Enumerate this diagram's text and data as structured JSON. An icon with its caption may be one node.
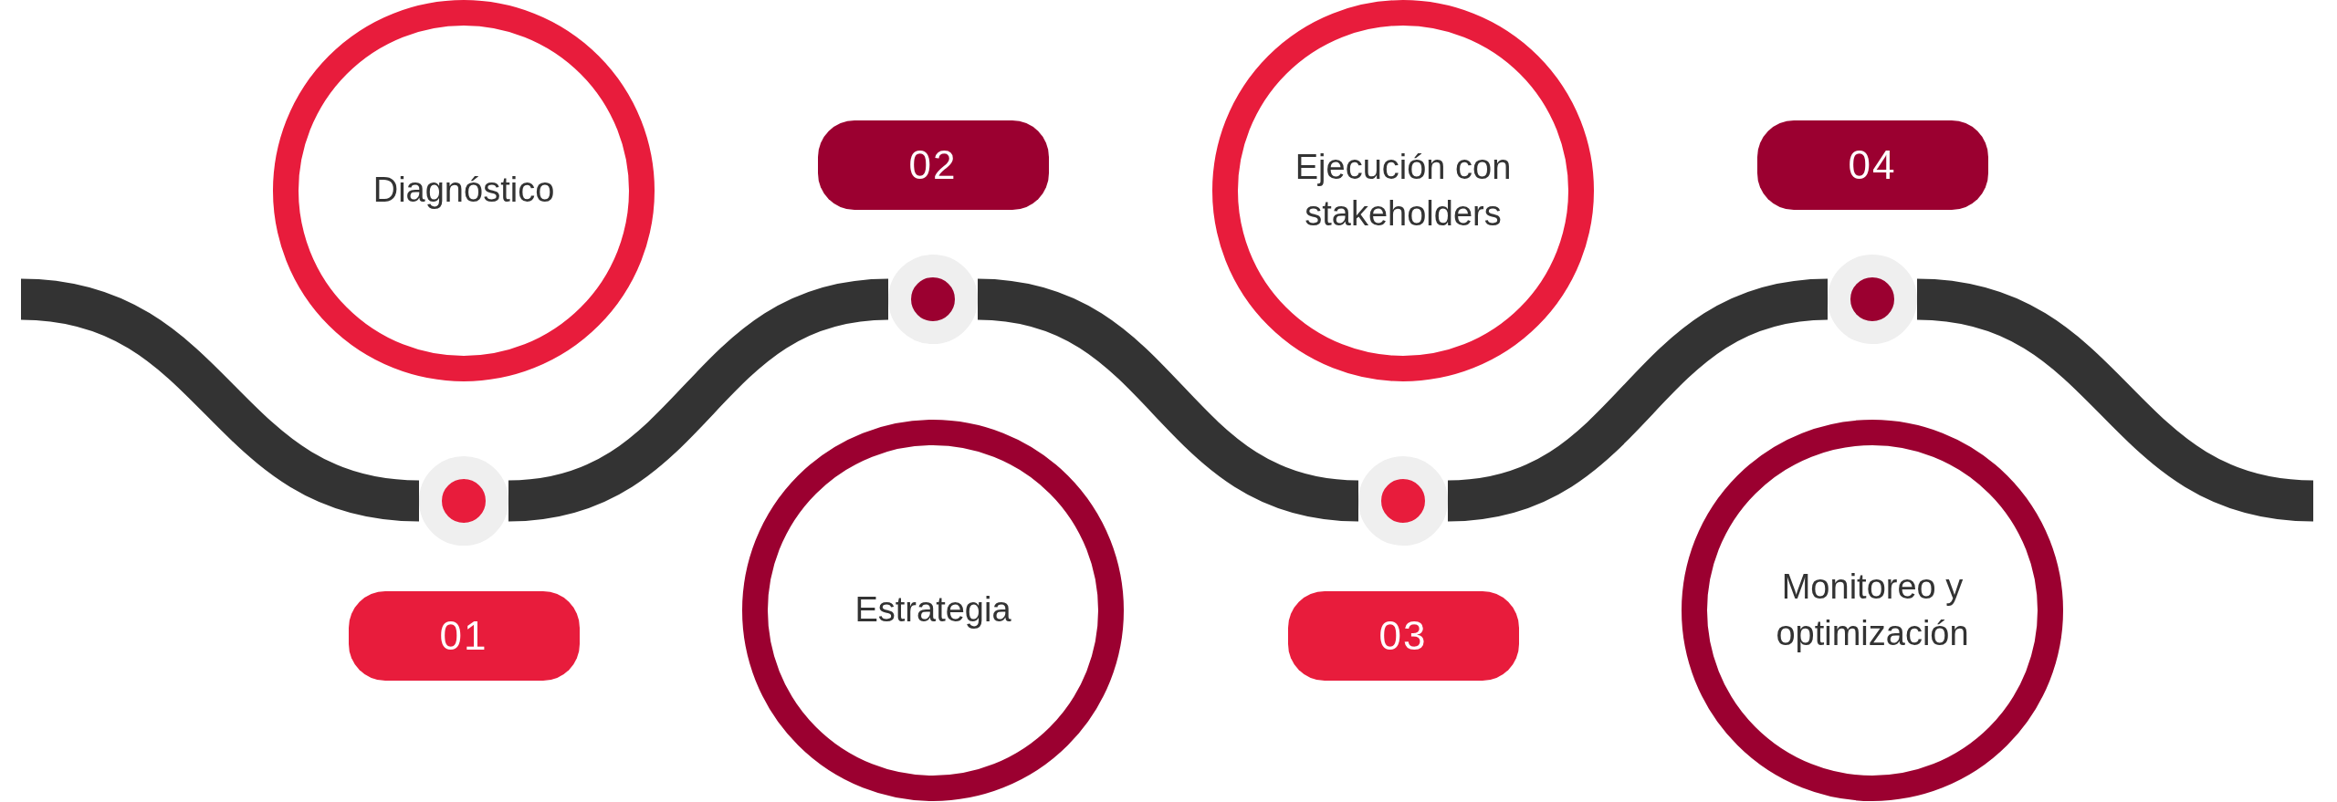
{
  "diagram": {
    "nodes": [
      {
        "text": [
          "Diagnóstico"
        ]
      },
      {
        "text": [
          "01"
        ]
      },
      {
        "text": [],
        "shape": "circle"
      },
      {
        "text": [
          "Estrategia"
        ]
      },
      {
        "text": [
          "02"
        ]
      },
      {
        "text": [],
        "shape": "circle"
      },
      {
        "text": [
          "Ejecución con stakeholders"
        ]
      },
      {
        "text": [
          "03"
        ]
      },
      {
        "text": [],
        "shape": "circle"
      },
      {
        "text": [
          "Monitoreo y optimización"
        ]
      },
      {
        "text": [
          "04"
        ]
      },
      {
        "text": [],
        "shape": "circle"
      }
    ],
    "edges": [
      {
        "from": null,
        "to": 2,
        "arrow": "none"
      },
      {
        "from": 2,
        "to": 5,
        "arrow": "none"
      },
      {
        "from": 5,
        "to": 8,
        "arrow": "none"
      },
      {
        "from": 8,
        "to": 11,
        "arrow": "none"
      },
      {
        "from": 11,
        "to": null,
        "arrow": "none"
      }
    ]
  }
}
